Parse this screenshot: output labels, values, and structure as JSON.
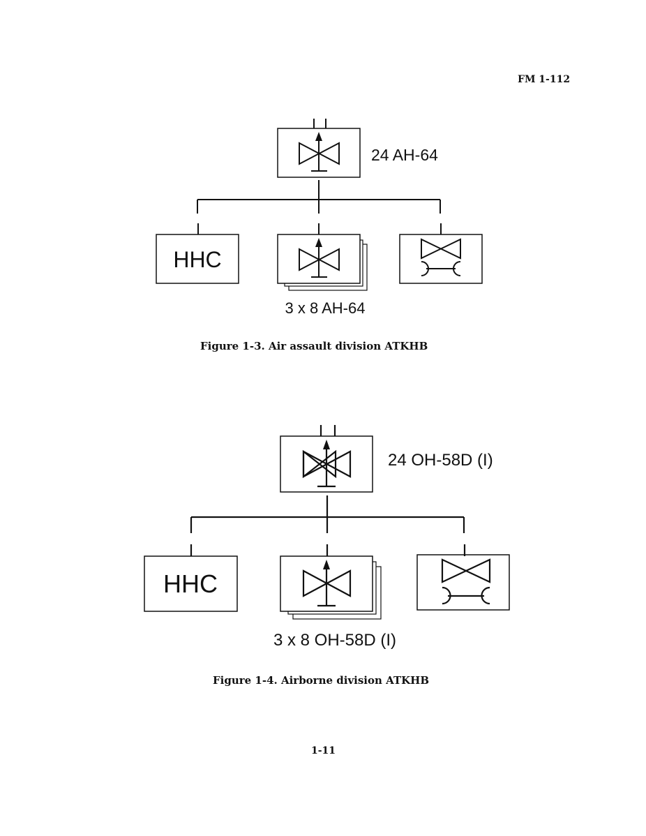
{
  "header": {
    "doc_id": "FM 1-112"
  },
  "figures": [
    {
      "caption": "Figure 1-3.  Air assault division ATKHB",
      "parent": {
        "symbol": "attack-helicopter-battalion",
        "label": "24 AH-64"
      },
      "children": [
        {
          "symbol": "text",
          "label": "HHC"
        },
        {
          "symbol": "attack-helicopter-company-stacked",
          "label": "3 x 8 AH-64"
        },
        {
          "symbol": "aviation-maintenance-unit",
          "label": ""
        }
      ]
    },
    {
      "caption": "Figure 1-4.  Airborne division ATKHB",
      "parent": {
        "symbol": "attack-helicopter-battalion",
        "label": "24 OH-58D (I)"
      },
      "children": [
        {
          "symbol": "text",
          "label": "HHC"
        },
        {
          "symbol": "attack-helicopter-company-stacked",
          "label": "3 x 8 OH-58D (I)"
        },
        {
          "symbol": "aviation-maintenance-unit",
          "label": ""
        }
      ]
    }
  ],
  "footer": {
    "page_number": "1-11"
  }
}
